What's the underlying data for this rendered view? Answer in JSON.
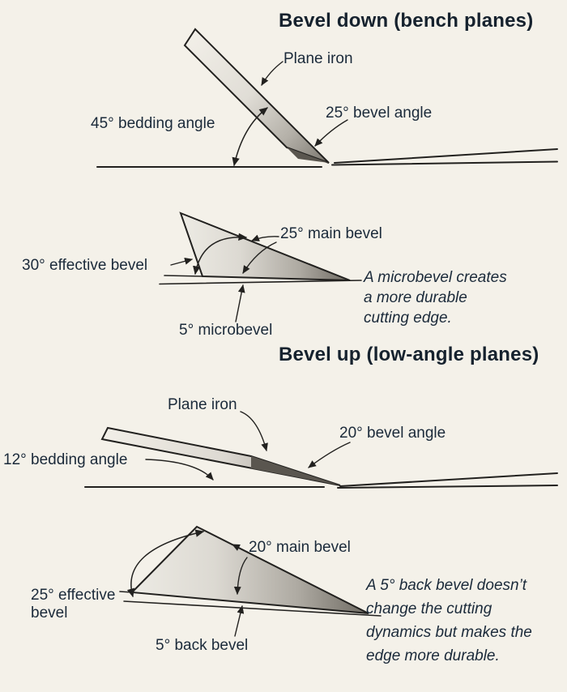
{
  "page": {
    "background": "#f4f1e9",
    "ink_color": "#22211f",
    "text_color": "#1b2a3a"
  },
  "bevel_down": {
    "title": "Bevel down (bench planes)",
    "labels": {
      "plane_iron": "Plane iron",
      "bedding_angle": "45° bedding angle",
      "bevel_angle": "25° bevel angle",
      "main_bevel": "25° main bevel",
      "effective_bevel": "30° effective bevel",
      "microbevel": "5° microbevel"
    },
    "note_lines": [
      "A microbevel creates",
      "a more durable",
      "cutting edge."
    ]
  },
  "bevel_up": {
    "title": "Bevel up (low-angle planes)",
    "labels": {
      "plane_iron": "Plane iron",
      "bedding_angle": "12° bedding angle",
      "bevel_angle": "20° bevel angle",
      "main_bevel": "20° main bevel",
      "effective_bevel": "25° effective bevel",
      "back_bevel": "5° back bevel"
    },
    "note_lines": [
      "A 5° back bevel doesn’t",
      "change the cutting",
      "dynamics but makes the",
      "edge more durable."
    ]
  }
}
